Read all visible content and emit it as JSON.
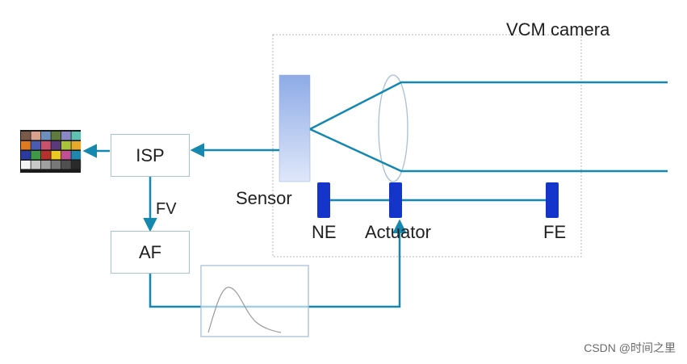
{
  "camera": {
    "title": "VCM camera"
  },
  "blocks": {
    "isp": "ISP",
    "af": "AF"
  },
  "labels": {
    "sensor": "Sensor",
    "fv": "FV",
    "ne": "NE",
    "actuator": "Actuator",
    "fe": "FE"
  },
  "watermark": "CSDN @时间之里",
  "colors": {
    "line": "#1588b0",
    "actuator": "#1534c9",
    "sensor_top": "#8eabe6",
    "sensor_bottom": "#dfe7fa",
    "box_border": "#a9c2d4",
    "camera_border": "#b5b5b5"
  },
  "color_chart": {
    "rows": [
      [
        "#7a5a4a",
        "#d9a08c",
        "#6d8fc0",
        "#5f7a3e",
        "#8a87c6",
        "#5dc0b0"
      ],
      [
        "#e07a1f",
        "#4a5bb0",
        "#c8506a",
        "#5a3a7a",
        "#a8c23a",
        "#e8a82a"
      ],
      [
        "#2a3aa0",
        "#3f9a46",
        "#b8302e",
        "#ebc920",
        "#c24f96",
        "#1f86b0"
      ],
      [
        "#f4f4f4",
        "#c8c8c8",
        "#a0a0a0",
        "#787878",
        "#505050",
        "#2a2a2a"
      ]
    ]
  }
}
